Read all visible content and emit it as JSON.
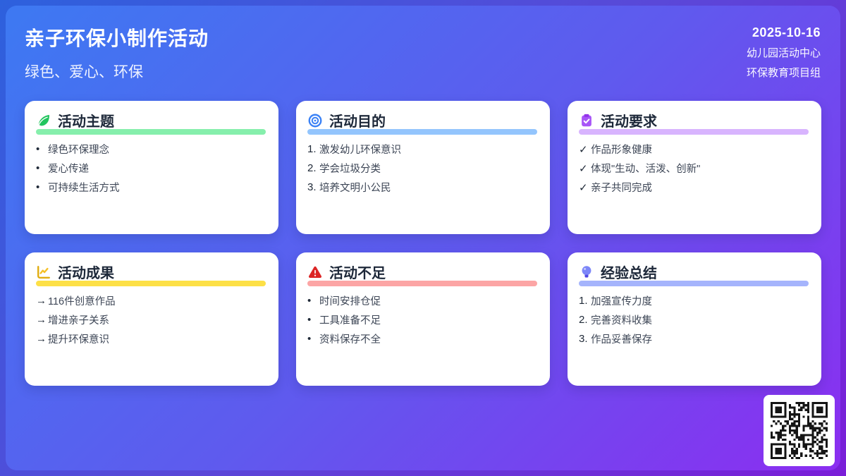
{
  "header": {
    "title": "亲子环保小制作活动",
    "subtitle": "绿色、爱心、环保",
    "date": "2025-10-16",
    "org_line1": "幼儿园活动中心",
    "org_line2": "环保教育项目组"
  },
  "colors": {
    "background_from": "#3d79f2",
    "background_to": "#8b2ef0"
  },
  "cards": [
    {
      "title": "活动主题",
      "icon": "leaf-icon",
      "accent": "#86efac",
      "icon_color": "#22c55e",
      "items": [
        {
          "marker": "•",
          "text": "绿色环保理念"
        },
        {
          "marker": "•",
          "text": "爱心传递"
        },
        {
          "marker": "•",
          "text": "可持续生活方式"
        }
      ]
    },
    {
      "title": "活动目的",
      "icon": "target-icon",
      "accent": "#93c5fd",
      "icon_color": "#3b82f6",
      "items": [
        {
          "marker": "1.",
          "text": "激发幼儿环保意识"
        },
        {
          "marker": "2.",
          "text": "学会垃圾分类"
        },
        {
          "marker": "3.",
          "text": "培养文明小公民"
        }
      ]
    },
    {
      "title": "活动要求",
      "icon": "clipboard-check-icon",
      "accent": "#d8b4fe",
      "icon_color": "#a855f7",
      "items": [
        {
          "marker": "✓",
          "text": "作品形象健康"
        },
        {
          "marker": "✓",
          "text": "体现\"生动、活泼、创新\""
        },
        {
          "marker": "✓",
          "text": "亲子共同完成"
        }
      ]
    },
    {
      "title": "活动成果",
      "icon": "line-chart-icon",
      "accent": "#fde047",
      "icon_color": "#eab308",
      "items": [
        {
          "marker": "→",
          "text": "116件创意作品"
        },
        {
          "marker": "→",
          "text": "增进亲子关系"
        },
        {
          "marker": "→",
          "text": "提升环保意识"
        }
      ]
    },
    {
      "title": "活动不足",
      "icon": "warning-icon",
      "accent": "#fca5a5",
      "icon_color": "#dc2626",
      "items": [
        {
          "marker": "•",
          "text": "时间安排仓促"
        },
        {
          "marker": "•",
          "text": "工具准备不足"
        },
        {
          "marker": "•",
          "text": "资料保存不全"
        }
      ]
    },
    {
      "title": "经验总结",
      "icon": "lightbulb-icon",
      "accent": "#a5b4fc",
      "icon_color": "#6366f1",
      "items": [
        {
          "marker": "1.",
          "text": "加强宣传力度"
        },
        {
          "marker": "2.",
          "text": "完善资料收集"
        },
        {
          "marker": "3.",
          "text": "作品妥善保存"
        }
      ]
    }
  ]
}
